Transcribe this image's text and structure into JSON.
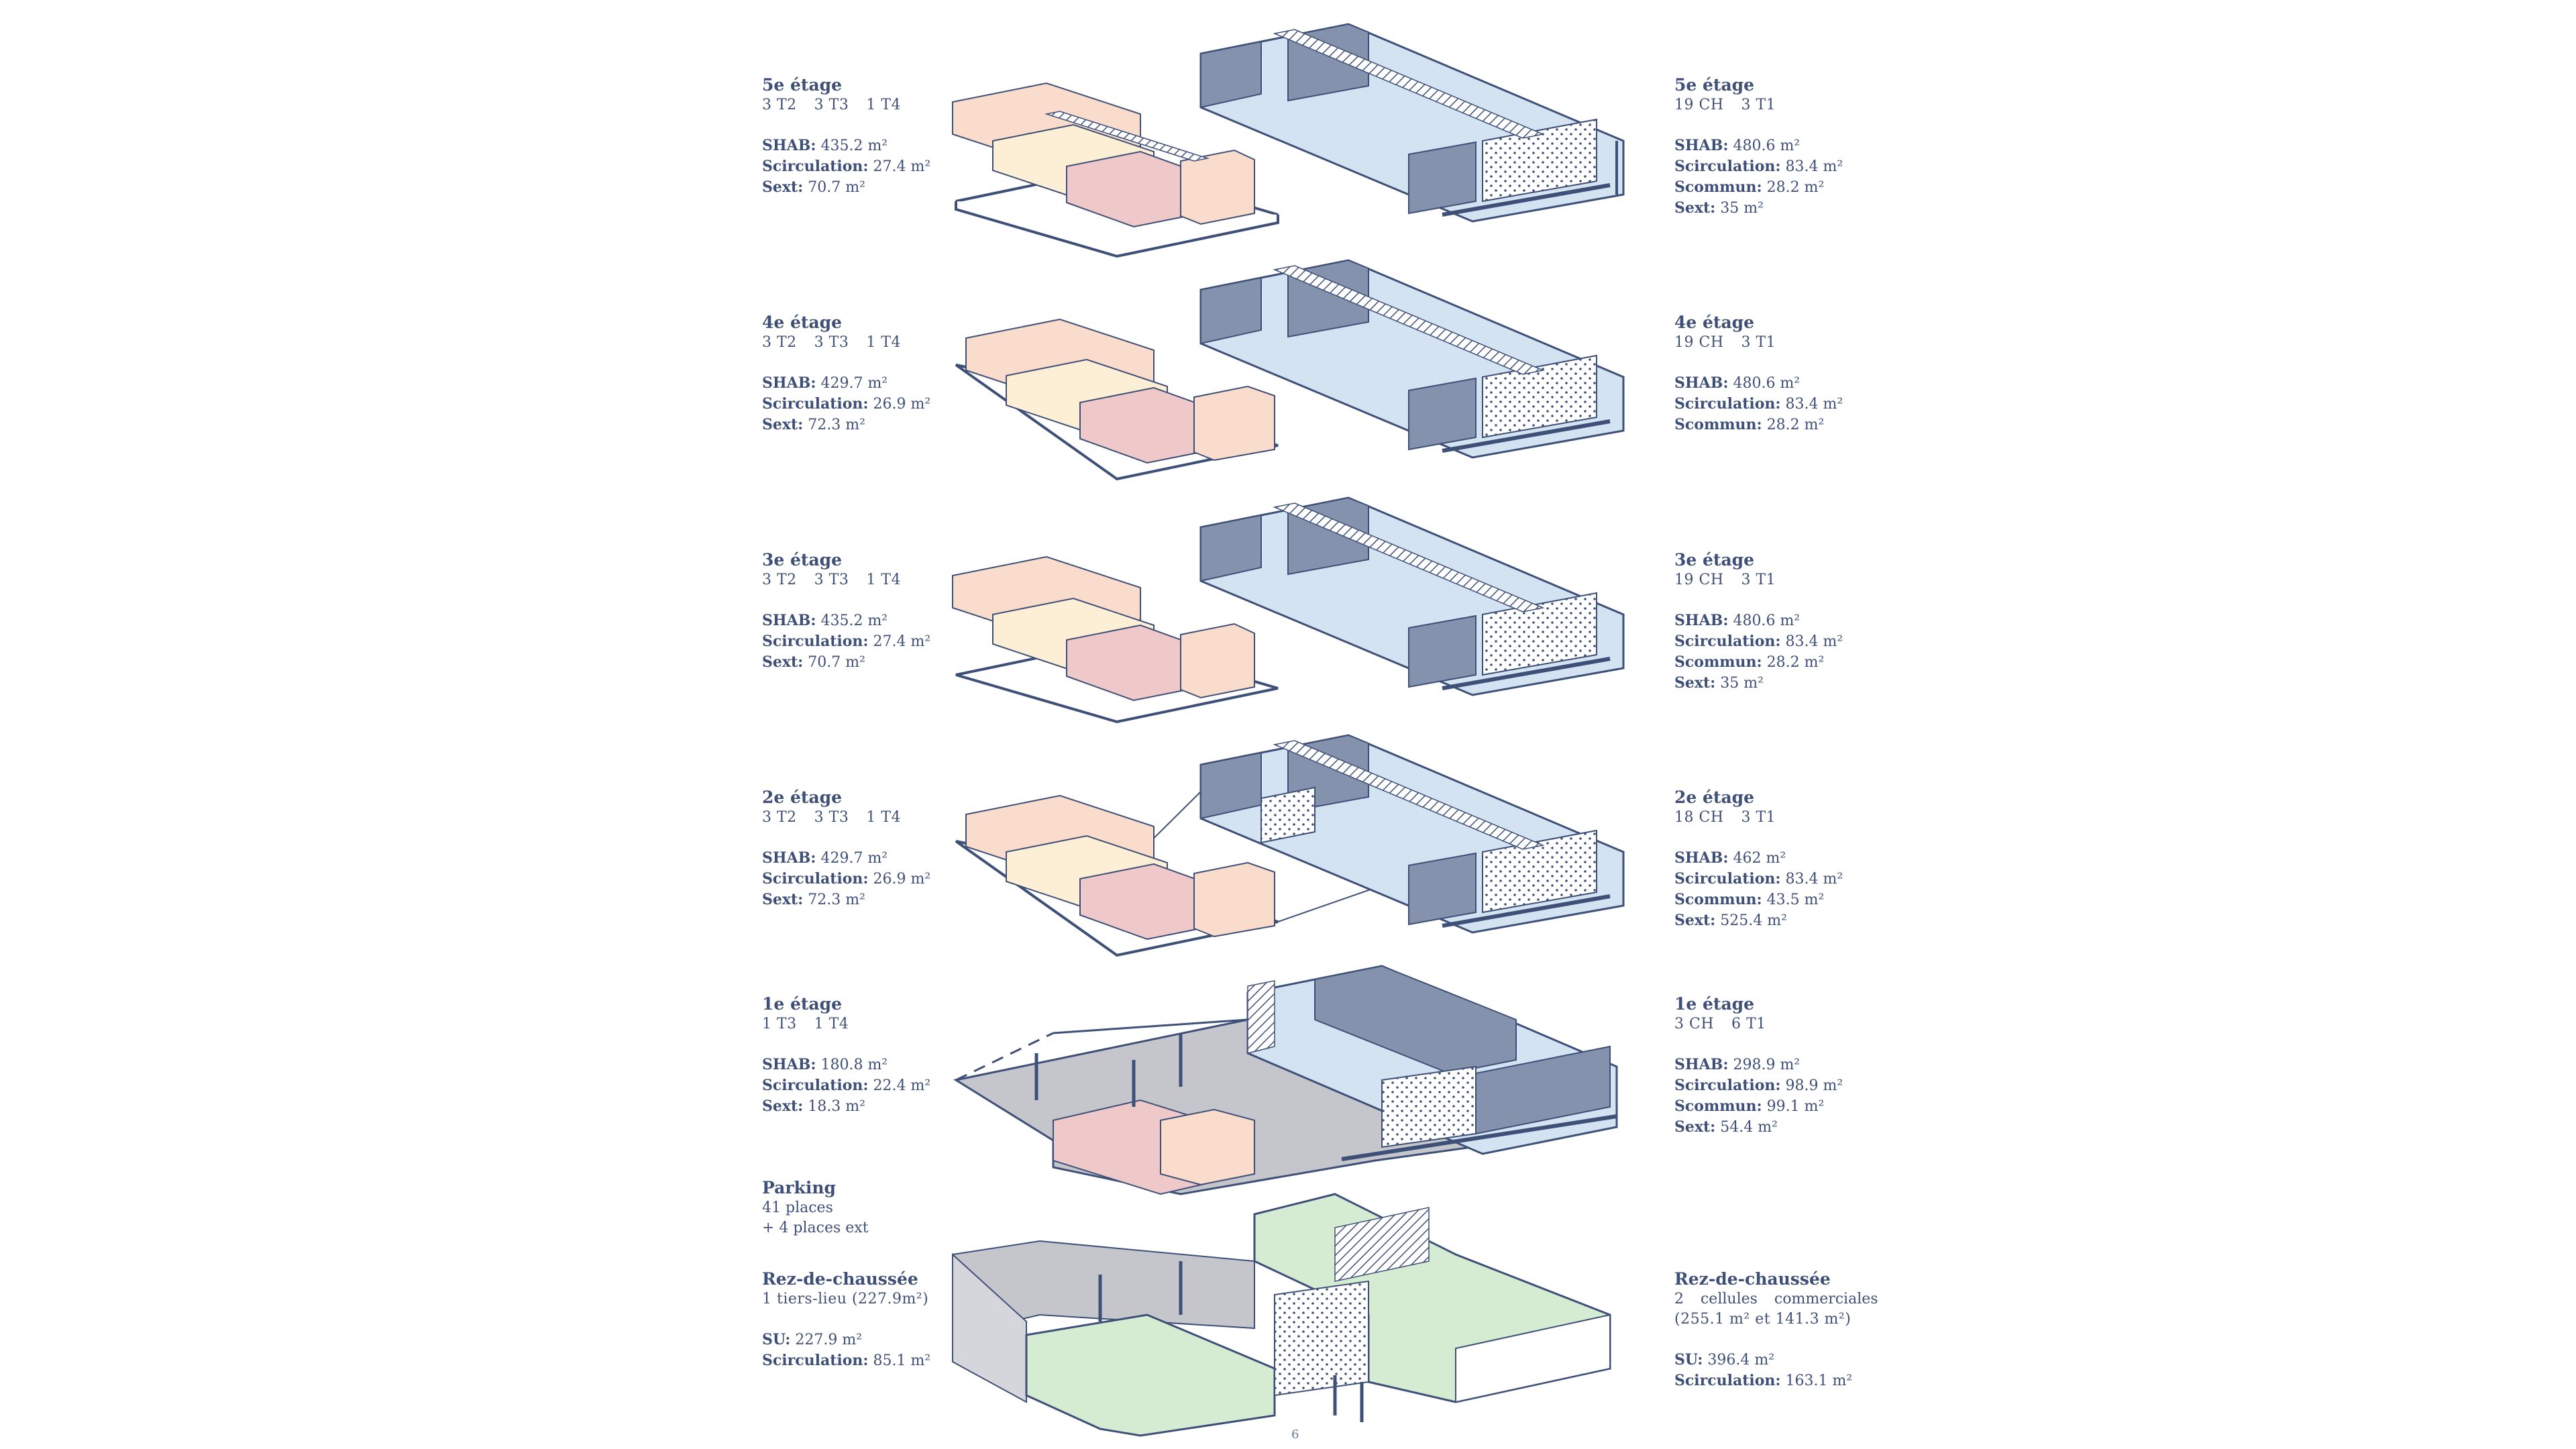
{
  "left": [
    {
      "id": "f5",
      "title": "5e étage",
      "sub": [
        "3 T2",
        "3 T3",
        "1 T4"
      ],
      "stats": [
        [
          "SHAB:",
          "435.2 m²"
        ],
        [
          "Scirculation:",
          "27.4 m²"
        ],
        [
          "Sext:",
          "70.7 m²"
        ]
      ]
    },
    {
      "id": "f4",
      "title": "4e étage",
      "sub": [
        "3 T2",
        "3 T3",
        "1 T4"
      ],
      "stats": [
        [
          "SHAB:",
          "429.7 m²"
        ],
        [
          "Scirculation:",
          "26.9 m²"
        ],
        [
          "Sext:",
          "72.3 m²"
        ]
      ]
    },
    {
      "id": "f3",
      "title": "3e étage",
      "sub": [
        "3 T2",
        "3 T3",
        "1 T4"
      ],
      "stats": [
        [
          "SHAB:",
          "435.2 m²"
        ],
        [
          "Scirculation:",
          "27.4 m²"
        ],
        [
          "Sext:",
          "70.7 m²"
        ]
      ]
    },
    {
      "id": "f2",
      "title": "2e étage",
      "sub": [
        "3 T2",
        "3 T3",
        "1 T4"
      ],
      "stats": [
        [
          "SHAB:",
          "429.7 m²"
        ],
        [
          "Scirculation:",
          "26.9 m²"
        ],
        [
          "Sext:",
          "72.3 m²"
        ]
      ]
    },
    {
      "id": "f1",
      "title": "1e étage",
      "sub": [
        "1 T3",
        "1 T4"
      ],
      "stats": [
        [
          "SHAB:",
          "180.8 m²"
        ],
        [
          "Scirculation:",
          "22.4 m²"
        ],
        [
          "Sext:",
          "18.3 m²"
        ]
      ]
    }
  ],
  "parking": {
    "title": "Parking",
    "lines": [
      "41 places",
      "+ 4 places ext"
    ]
  },
  "rdc_left": {
    "title": "Rez-de-chaussée",
    "sub": [
      "1 tiers-lieu (227.9m²)"
    ],
    "stats": [
      [
        "SU:",
        "227.9 m²"
      ],
      [
        "Scirculation:",
        "85.1 m²"
      ]
    ]
  },
  "right": [
    {
      "id": "f5",
      "title": "5e étage",
      "sub": [
        "19 CH",
        "3 T1"
      ],
      "stats": [
        [
          "SHAB:",
          "480.6 m²"
        ],
        [
          "Scirculation:",
          "83.4 m²"
        ],
        [
          "Scommun:",
          "28.2 m²"
        ],
        [
          "Sext:",
          "35 m²"
        ]
      ]
    },
    {
      "id": "f4",
      "title": "4e étage",
      "sub": [
        "19 CH",
        "3 T1"
      ],
      "stats": [
        [
          "SHAB:",
          "480.6 m²"
        ],
        [
          "Scirculation:",
          "83.4 m²"
        ],
        [
          "Scommun:",
          "28.2 m²"
        ]
      ]
    },
    {
      "id": "f3",
      "title": "3e étage",
      "sub": [
        "19 CH",
        "3 T1"
      ],
      "stats": [
        [
          "SHAB:",
          "480.6 m²"
        ],
        [
          "Scirculation:",
          "83.4 m²"
        ],
        [
          "Scommun:",
          "28.2 m²"
        ],
        [
          "Sext:",
          "35 m²"
        ]
      ]
    },
    {
      "id": "f2",
      "title": "2e étage",
      "sub": [
        "18 CH",
        "3 T1"
      ],
      "stats": [
        [
          "SHAB:",
          "462 m²"
        ],
        [
          "Scirculation:",
          "83.4 m²"
        ],
        [
          "Scommun:",
          "43.5 m²"
        ],
        [
          "Sext:",
          "525.4 m²"
        ]
      ]
    },
    {
      "id": "f1",
      "title": "1e étage",
      "sub": [
        "3 CH",
        "6 T1"
      ],
      "stats": [
        [
          "SHAB:",
          "298.9 m²"
        ],
        [
          "Scirculation:",
          "98.9 m²"
        ],
        [
          "Scommun:",
          "99.1 m²"
        ],
        [
          "Sext:",
          "54.4 m²"
        ]
      ]
    }
  ],
  "rdc_right": {
    "title": "Rez-de-chaussée",
    "sub": [
      "2 cellules commerciales",
      "(255.1 m² et 141.3 m²)"
    ],
    "stats": [
      [
        "SU:",
        "396.4 m²"
      ],
      [
        "Scirculation:",
        "163.1 m²"
      ]
    ]
  },
  "page_number": "6",
  "colors": {
    "text": "#3f5078",
    "t2": "#f9dccb",
    "t3": "#fcefd6",
    "t4": "#efc9c9",
    "ch": "#d3e3f1",
    "t1": "#8592ad",
    "commercial": "#d5ebd2",
    "grey": "#c4c6cc",
    "outline": "#3f5078"
  }
}
